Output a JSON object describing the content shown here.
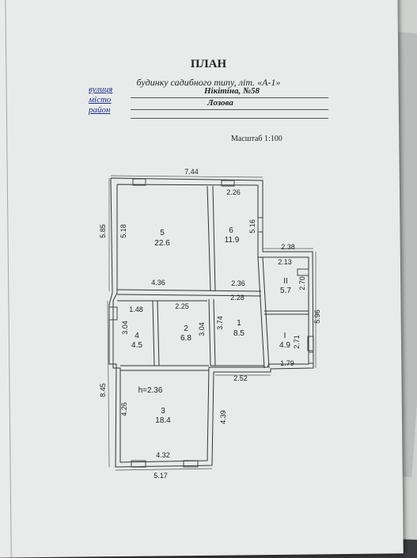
{
  "header": {
    "title": "ПЛАН",
    "subtitle": "будинку садибного типу, літ. «А-1»"
  },
  "address": {
    "street_label": "вулиця",
    "street_value": "Нікітіна, №58",
    "city_label": "місто",
    "city_value": "Лозова",
    "district_label": "район",
    "district_value": ""
  },
  "scale": "Масштаб 1:100",
  "plan": {
    "rooms": [
      {
        "num": "5",
        "area": "22.6"
      },
      {
        "num": "6",
        "area": "11.9"
      },
      {
        "num": "II",
        "area": "5.7"
      },
      {
        "num": "4",
        "area": "4.5"
      },
      {
        "num": "2",
        "area": "6.8"
      },
      {
        "num": "1",
        "area": "8.5"
      },
      {
        "num": "I",
        "area": "4.9"
      },
      {
        "num": "3",
        "area": "18.4"
      }
    ],
    "dimensions": {
      "top": "7.44",
      "left_upper": "5.85",
      "room5_height": "5.18",
      "room5_width": "4.36",
      "room6_top": "2.26",
      "room6_right": "5.16",
      "room6_bottom": "2.36",
      "porch_top": "2.38",
      "roomII_top": "2.13",
      "roomII_right": "2.70",
      "right_overall": "5.96",
      "room4_top": "1.48",
      "room4_height": "3.04",
      "room2_top": "2.25",
      "room2_height": "3.04",
      "room1_top": "2.28",
      "room1_height": "3.74",
      "roomI_height": "2.71",
      "roomI_bottom": "1.79",
      "middle_bottom": "2.52",
      "left_lower": "8.45",
      "ceiling_height": "h=2.36",
      "room3_height": "4.26",
      "room3_right": "4.39",
      "room3_bottom": "4.32",
      "bottom": "5.17"
    }
  }
}
